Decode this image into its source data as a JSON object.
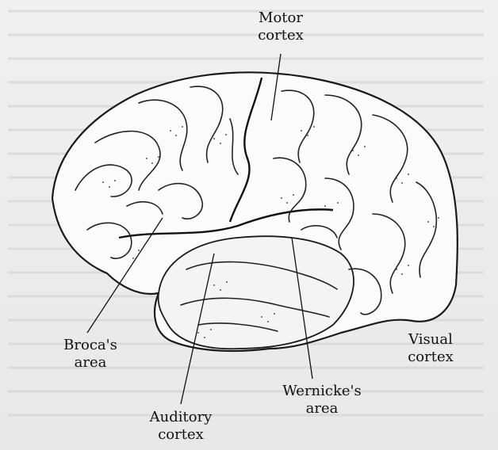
{
  "diagram": {
    "labels": {
      "motor": "Motor\ncortex",
      "broca": "Broca's\narea",
      "visual": "Visual\ncortex",
      "wernicke": "Wernicke's\narea",
      "auditory": "Auditory\ncortex"
    }
  }
}
